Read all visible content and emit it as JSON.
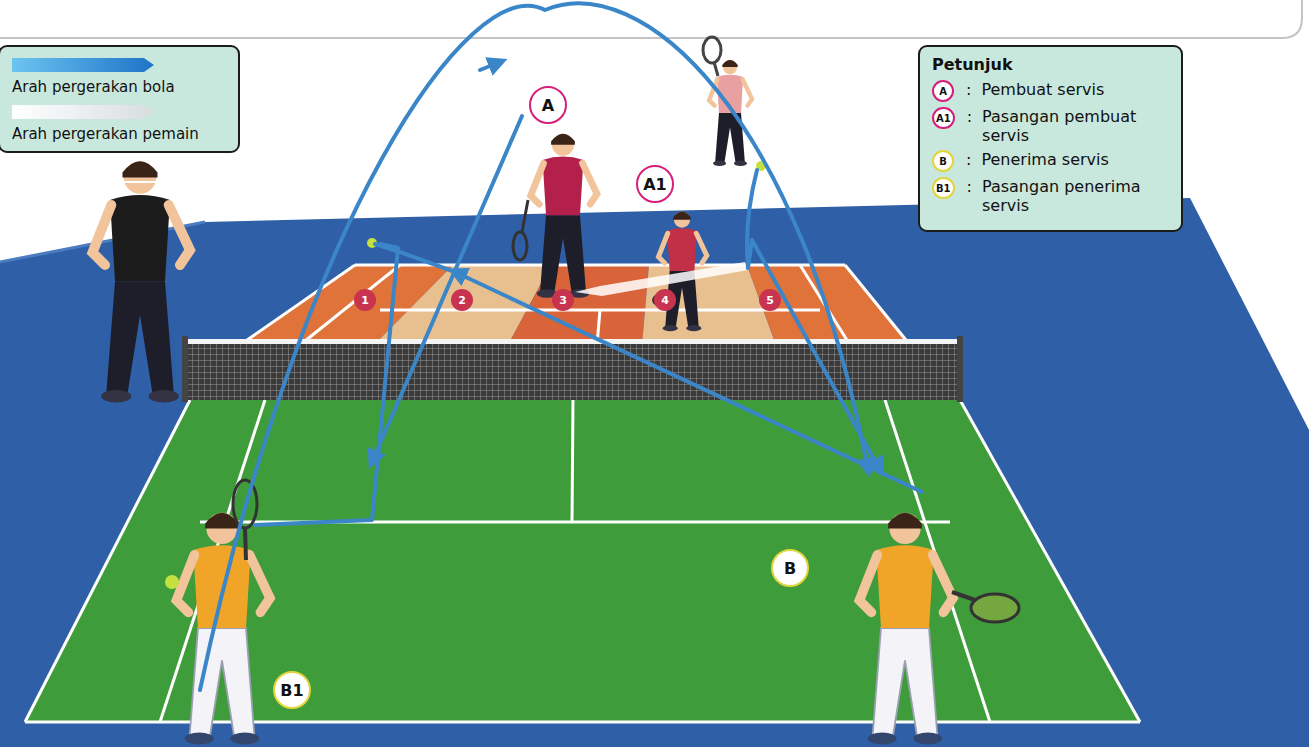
{
  "diagram": {
    "nodes": [
      {
        "text": [
          "A"
        ]
      },
      {
        "text": [
          "A1"
        ]
      },
      {
        "text": [
          "B"
        ]
      },
      {
        "text": [
          "B1"
        ]
      }
    ],
    "labels": [
      "Petunjuk",
      "A",
      ":",
      "A1",
      ":",
      "B",
      ":",
      "B1",
      ":",
      "1",
      "2",
      "3",
      "4",
      "5"
    ],
    "legend": [
      {
        "text": "Arah pergerakan bola"
      },
      {
        "text": "Arah pergerakan pemain"
      },
      {
        "text": "Pembuat servis"
      },
      {
        "text": "Pasangan pembuat servis"
      },
      {
        "text": "Penerima servis"
      },
      {
        "text": "Pasangan penerima servis"
      }
    ]
  }
}
